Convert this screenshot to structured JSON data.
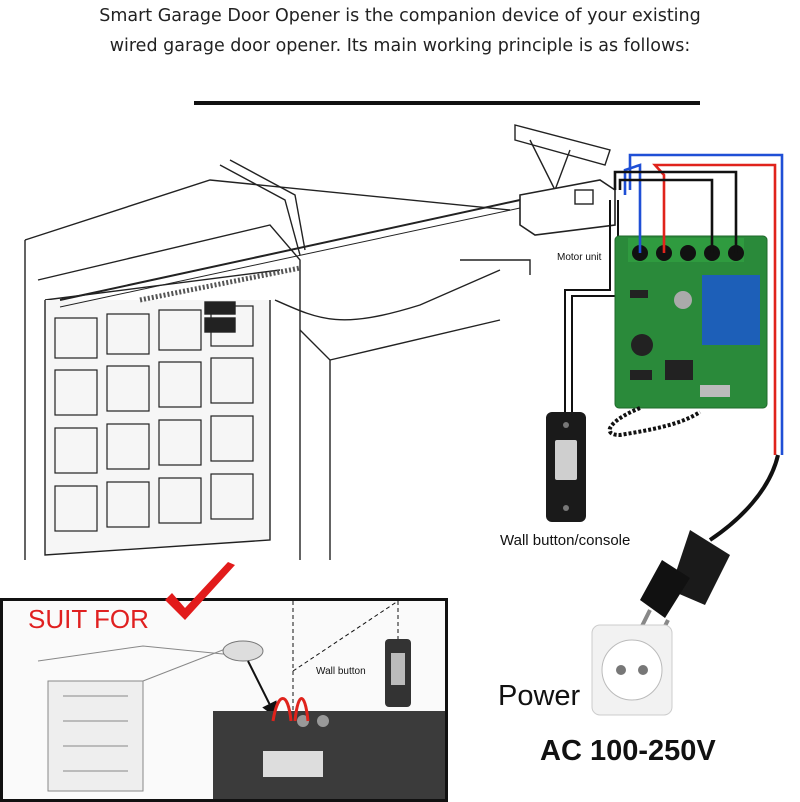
{
  "header": {
    "line1": "Smart Garage Door Opener is the companion device of your existing",
    "line2": "wired garage door opener. Its main working principle is as follows:"
  },
  "labels": {
    "motor_unit": "Motor unit",
    "wall_button": "Wall button/console",
    "power": "Power",
    "voltage": "AC 100-250V"
  },
  "inset": {
    "title": "SUIT FOR",
    "wall_button": "Wall button"
  },
  "colors": {
    "wire_blue": "#1f4fd6",
    "wire_red": "#e0231c",
    "wire_black": "#111111",
    "pcb_green": "#2a8a3a",
    "relay_blue": "#1d5fb8",
    "check_red": "#e21b1b"
  }
}
